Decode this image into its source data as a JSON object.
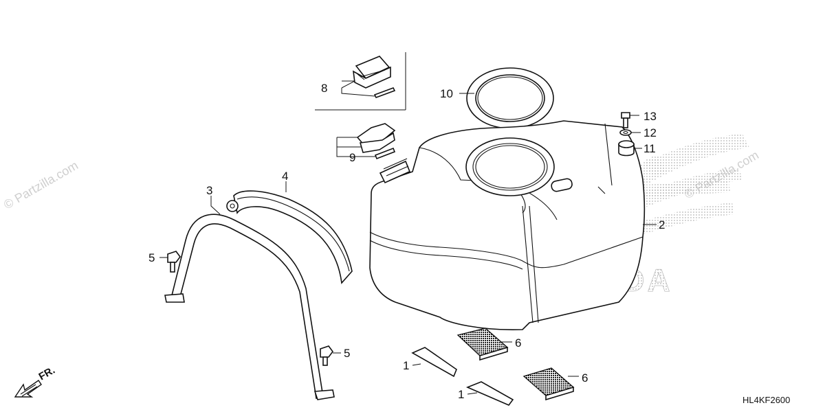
{
  "diagram": {
    "drawing_code": "HL4KF2600",
    "direction_label": "FR.",
    "brand_mark": "HONDA",
    "watermark": "© Partzilla.com",
    "callouts": [
      "1",
      "2",
      "3",
      "4",
      "5",
      "6",
      "8",
      "9",
      "10",
      "11",
      "12",
      "13"
    ]
  },
  "colors": {
    "line": "#111111",
    "watermark": "#cfcfcf",
    "background": "#ffffff"
  }
}
